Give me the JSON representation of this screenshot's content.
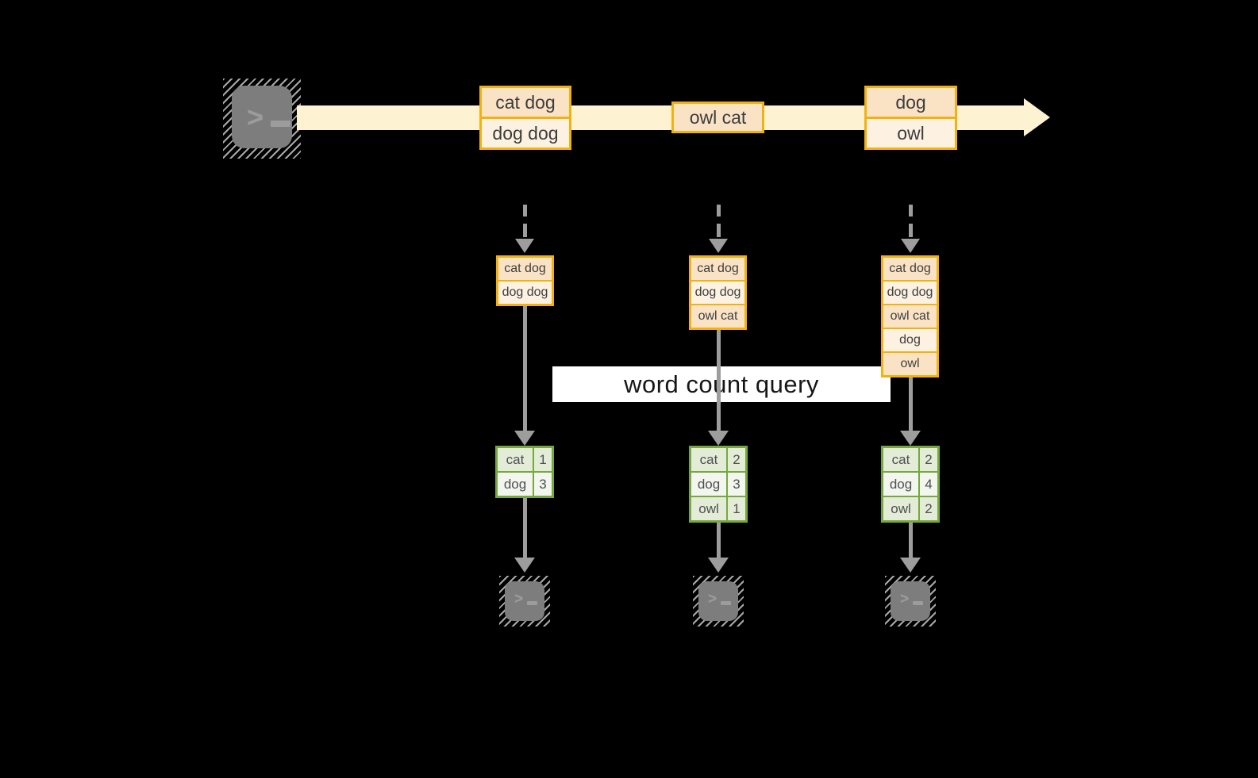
{
  "query_label": "word count query",
  "icons": {
    "prompt_char": ">",
    "source_icon": "terminal-icon",
    "sink_icon": "terminal-icon"
  },
  "stream": {
    "events": [
      {
        "cells": [
          "cat dog",
          "dog dog"
        ]
      },
      {
        "cells": [
          "owl cat"
        ]
      },
      {
        "cells": [
          "dog",
          "owl"
        ]
      }
    ]
  },
  "columns": [
    {
      "buffer": [
        "cat dog",
        "dog dog"
      ],
      "counts": [
        {
          "word": "cat",
          "count": "1"
        },
        {
          "word": "dog",
          "count": "3"
        }
      ]
    },
    {
      "buffer": [
        "cat dog",
        "dog dog",
        "owl cat"
      ],
      "counts": [
        {
          "word": "cat",
          "count": "2"
        },
        {
          "word": "dog",
          "count": "3"
        },
        {
          "word": "owl",
          "count": "1"
        }
      ]
    },
    {
      "buffer": [
        "cat dog",
        "dog dog",
        "owl cat",
        "dog",
        "owl"
      ],
      "counts": [
        {
          "word": "cat",
          "count": "2"
        },
        {
          "word": "dog",
          "count": "4"
        },
        {
          "word": "owl",
          "count": "2"
        }
      ]
    }
  ],
  "colors": {
    "background": "#000000",
    "gold": "#f1b211",
    "peach": "#fae3c5",
    "cream": "#fdf2e2",
    "stream_band": "#fdf3d2",
    "green": "#76a83e",
    "green_row_a": "#e2ecd7",
    "green_row_b": "#f2f6ee",
    "arrow_gray": "#9d9d9d",
    "terminal_fill": "#7d7d7d",
    "terminal_glyph": "#9c9c9c",
    "hatch": "#a8a8a8",
    "text_dark": "#3d3d3d",
    "query_bg": "#ffffff",
    "query_text": "#161616"
  }
}
